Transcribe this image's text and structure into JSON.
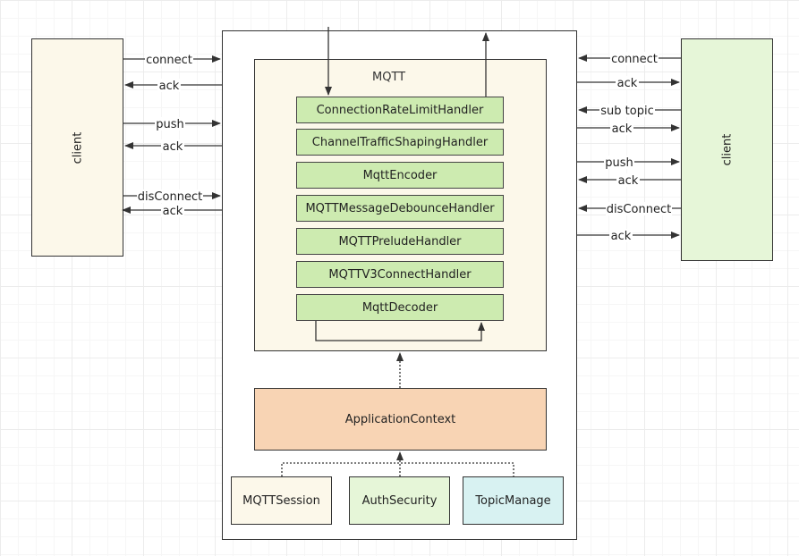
{
  "left_client": {
    "label": "client",
    "color": "#fcf8ea"
  },
  "right_client": {
    "label": "client",
    "color": "#e6f6d8"
  },
  "mqtt": {
    "title": "MQTT",
    "color": "#fcf8ea"
  },
  "handlers": [
    "ConnectionRateLimitHandler",
    "ChannelTrafficShapingHandler",
    "MqttEncoder",
    "MQTTMessageDebounceHandler",
    "MQTTPreludeHandler",
    "MQTTV3ConnectHandler",
    "MqttDecoder"
  ],
  "handler_color": "#cdebb0",
  "app_context": {
    "label": "ApplicationContext",
    "color": "#f8d4b4"
  },
  "components": [
    {
      "label": "MQTTSession",
      "color": "#fcf8ea"
    },
    {
      "label": "AuthSecurity",
      "color": "#e6f6d8"
    },
    {
      "label": "TopicManage",
      "color": "#d8f2f2"
    }
  ],
  "left_arrows": [
    {
      "label": "connect",
      "dir": "to-server"
    },
    {
      "label": "ack",
      "dir": "to-client"
    },
    {
      "label": "push",
      "dir": "to-server"
    },
    {
      "label": "ack",
      "dir": "to-client"
    },
    {
      "label": "disConnect",
      "dir": "to-server"
    },
    {
      "label": "ack",
      "dir": "to-client"
    }
  ],
  "right_arrows": [
    {
      "label": "connect",
      "dir": "to-server"
    },
    {
      "label": "ack",
      "dir": "to-client"
    },
    {
      "label": "sub topic",
      "dir": "to-server"
    },
    {
      "label": "ack",
      "dir": "to-client"
    },
    {
      "label": "push",
      "dir": "to-client"
    },
    {
      "label": "ack",
      "dir": "to-server"
    },
    {
      "label": "disConnect",
      "dir": "to-server"
    },
    {
      "label": "ack",
      "dir": "to-client"
    }
  ]
}
